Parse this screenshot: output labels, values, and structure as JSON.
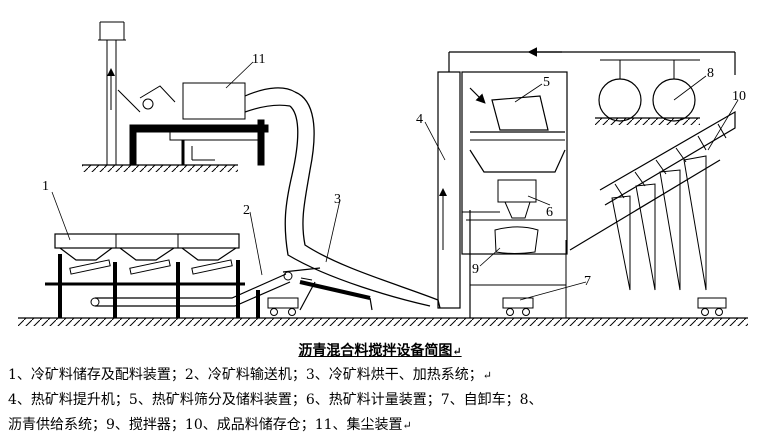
{
  "labels": {
    "l1": "1",
    "l2": "2",
    "l3": "3",
    "l4": "4",
    "l5": "5",
    "l6": "6",
    "l7": "7",
    "l8": "8",
    "l9": "9",
    "l10": "10",
    "l11": "11"
  },
  "title": "沥青混合料搅拌设备简图",
  "legend": [
    "1、冷矿料储存及配料装置；2、冷矿料输送机；3、冷矿料烘干、加热系统；",
    "4、热矿料提升机；5、热矿料筛分及储料装置；6、热矿料计量装置；7、自卸车；8、",
    "沥青供给系统；9、搅拌器；10、成品料储存仓；11、集尘装置"
  ],
  "return_mark": "↵"
}
